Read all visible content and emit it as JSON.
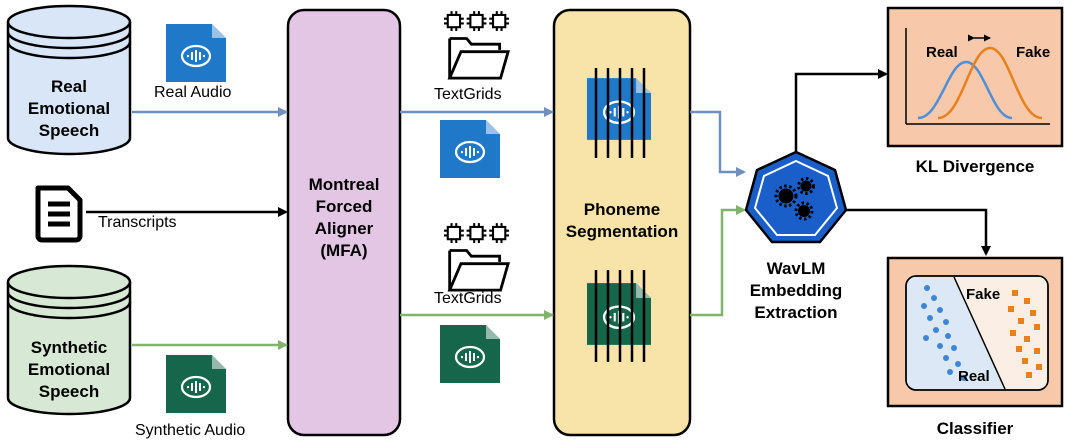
{
  "colors": {
    "real_fill": "#d8e6f7",
    "synthetic_fill": "#d7e9d4",
    "mfa_fill": "#e3c6e3",
    "phoneme_fill": "#f8e4a8",
    "panel_fill": "#f7c8a9",
    "real_file": "#1f78c8",
    "synthetic_file": "#15664a",
    "real_arrow": "#6f8fbe",
    "synthetic_arrow": "#82b36b",
    "wavlm": "#1a5fc9",
    "real_curve": "#4f8fd8",
    "fake_curve": "#e8801e"
  },
  "inputs": {
    "real_speech": [
      "Real",
      "Emotional",
      "Speech"
    ],
    "real_audio": "Real Audio",
    "transcripts": "Transcripts",
    "synthetic_speech": [
      "Synthetic",
      "Emotional",
      "Speech"
    ],
    "synthetic_audio": "Synthetic Audio"
  },
  "mfa": {
    "lines": [
      "Montreal",
      "Forced",
      "Aligner",
      "(MFA)"
    ]
  },
  "textgrids": {
    "top": "TextGrids",
    "bottom": "TextGrids"
  },
  "phoneme": {
    "lines": [
      "Phoneme",
      "Segmentation"
    ]
  },
  "wavlm": {
    "lines": [
      "WavLM",
      "Embedding",
      "Extraction"
    ]
  },
  "kl": {
    "title": "KL Divergence",
    "real": "Real",
    "fake": "Fake"
  },
  "classifier": {
    "title": "Classifier",
    "real": "Real",
    "fake": "Fake"
  }
}
